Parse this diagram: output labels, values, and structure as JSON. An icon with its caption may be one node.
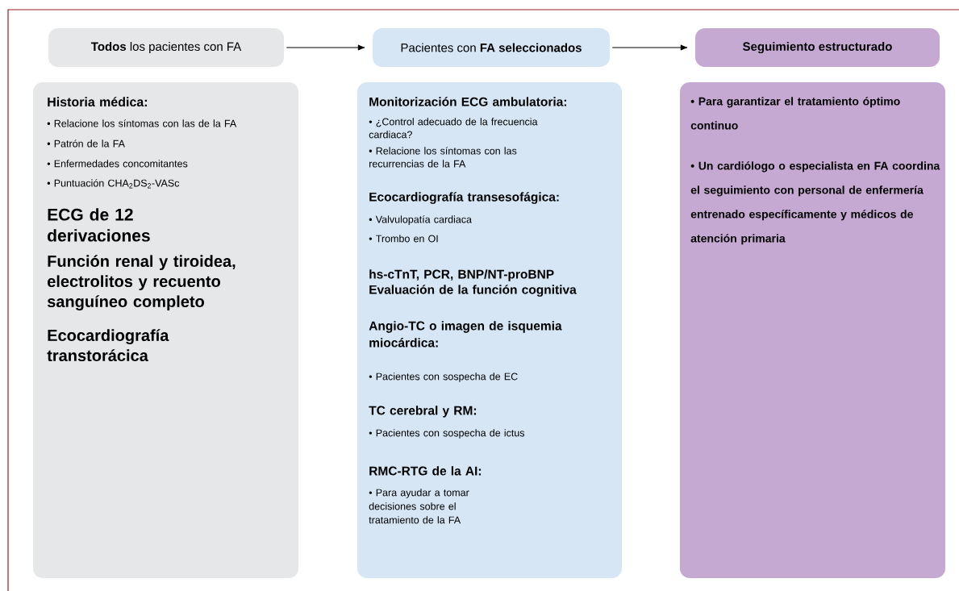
{
  "diagram": {
    "nodes": [
      {
        "text": [
          "**Todos** los pacientes con FA"
        ]
      },
      {
        "text": [
          "Pacientes con **FA seleccionados**"
        ]
      },
      {
        "text": [
          "Seguimiento estructurado"
        ]
      },
      {
        "text": [
          "Historia médica:",
          "• Relacione los síntomas con las de la FA",
          "• Patrón de la FA",
          "• Enfermedades concomitantes",
          "• Puntuación CHA$_{2}$DS$_{2}$-VASc",
          "ECG de 12 derivaciones",
          "Función renal y tiroidea, electrolitos y recuento sanguíneo completo",
          "Ecocardiografía transtorácica"
        ]
      },
      {
        "text": [
          "Monitorización ECG ambulatoria:",
          "• ¿Control adecuado de la frecuencia cardiaca?",
          "• Relacione los síntomas con las recurrencias de la FA",
          "Ecocardiografía transesofágica:",
          "• Valvulopatía cardiaca",
          "• Trombo en OI",
          "hs-cTnT, PCR, BNP/NT-proBNP",
          "Evaluación de la función cognitiva",
          "Angio-TC o imagen de isquemia miocárdica:",
          "• Pacientes con sospecha de EC",
          "TC cerebral y RM:",
          "• Pacientes con sospecha de ictus",
          "RMC-RTG de la AI:",
          "• Para ayudar a tomar decisiones sobre el tratamiento de la FA"
        ]
      },
      {
        "text": [
          "• Para garantizar el tratamiento óptimo continuo",
          "• Un cardiólogo o especialista en FA coordina el seguimiento con personal de enfermería entrenado específicamente y médicos de atención primaria"
        ]
      }
    ],
    "edges": [
      {
        "from": 0,
        "to": 1,
        "arrow": "to"
      },
      {
        "from": 1,
        "to": 2,
        "arrow": "to"
      }
    ]
  }
}
